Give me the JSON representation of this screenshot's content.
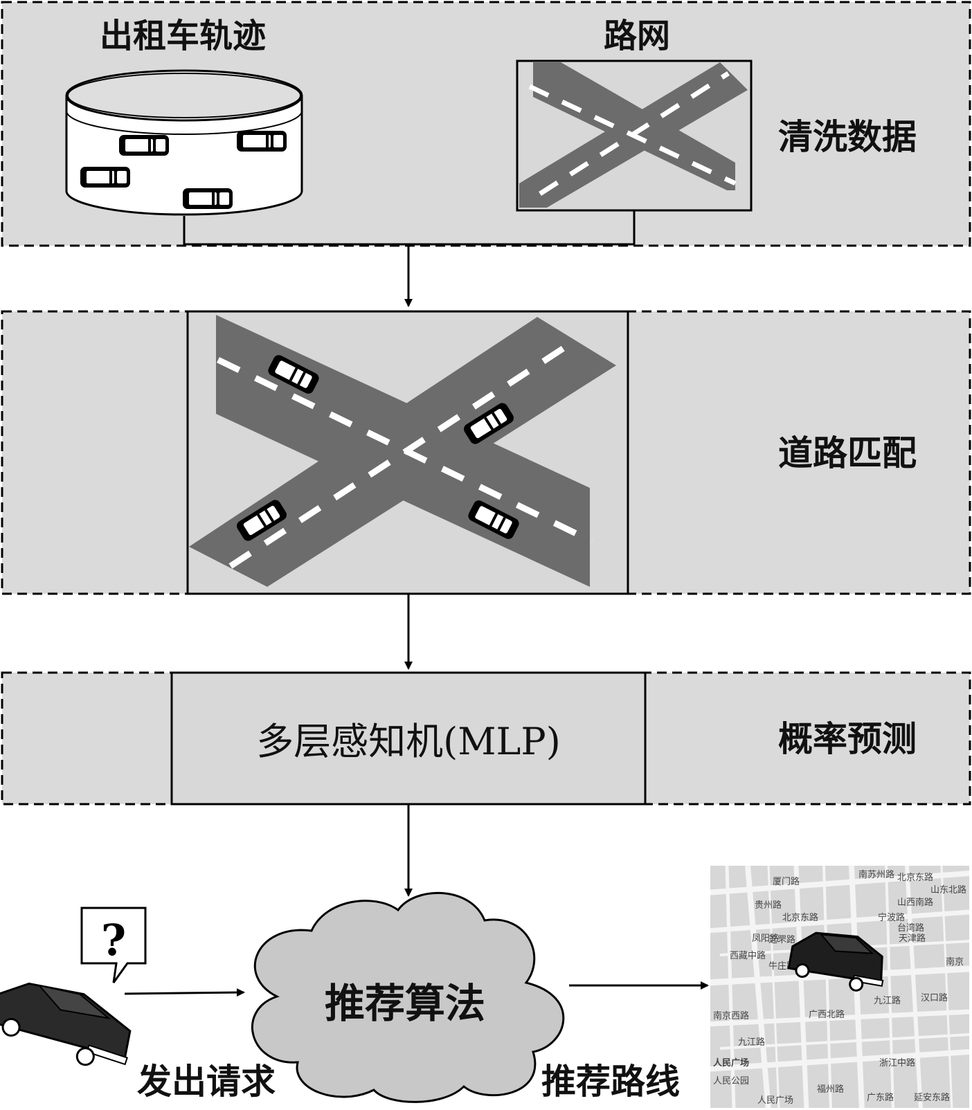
{
  "stage_cleaning": {
    "trajectory_title": "出租车轨迹",
    "roadnet_title": "路网",
    "side_label": "清洗数据"
  },
  "stage_matching": {
    "side_label": "道路匹配"
  },
  "stage_prediction": {
    "model_label": "多层感知机(MLP)",
    "side_label": "概率预测"
  },
  "recommendation": {
    "algorithm_label": "推荐算法",
    "request_label": "发出请求",
    "route_label": "推荐路线",
    "question_mark": "?"
  },
  "map_labels": [
    "北京东路",
    "南苏州路",
    "厦门路",
    "贵州路",
    "北京东路",
    "宁波路",
    "山东北路",
    "山西南路",
    "天津路",
    "台湾路",
    "南京",
    "西藏中路",
    "凤阳路",
    "广西北路",
    "芝罘路",
    "牛庄路",
    "九江路",
    "汉口路",
    "南京西路",
    "九江路",
    "人民广场",
    "人民公园",
    "福州路",
    "浙江中路",
    "广东路",
    "延安东路",
    "人民广场"
  ]
}
